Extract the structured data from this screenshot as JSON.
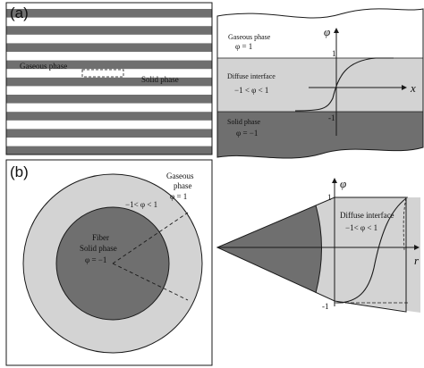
{
  "panel_a": {
    "tag": "(a)",
    "gaseous_phase": "Gaseous phase",
    "solid_phase": "Solid phase",
    "zoom": {
      "gaseous_title": "Gaseous phase",
      "gaseous_value": "φ = 1",
      "diffuse_title": "Diffuse interface",
      "diffuse_range": "−1 < φ < 1",
      "solid_title": "Solid phase",
      "solid_value": "φ = −1",
      "axis_y": "φ",
      "axis_x": "x",
      "tick_top": "1",
      "tick_bottom": "-1"
    }
  },
  "panel_b": {
    "tag": "(b)",
    "gaseous_line1": "Gaseous",
    "gaseous_line2": "phase",
    "gaseous_value": "φ = 1",
    "diffuse_range": "−1< φ < 1",
    "fiber_line1": "Fiber",
    "fiber_line2": "Solid phase",
    "fiber_value": "φ = −1",
    "zoom": {
      "axis_y": "φ",
      "axis_x": "r",
      "diffuse_title": "Diffuse interface",
      "diffuse_range": "−1< φ < 1",
      "tick_top": "1",
      "tick_bottom": "-1"
    }
  },
  "colors": {
    "dark_gray": "#6f6f6f",
    "light_gray": "#d3d3d3",
    "white": "#ffffff",
    "line": "#1a1a1a"
  }
}
